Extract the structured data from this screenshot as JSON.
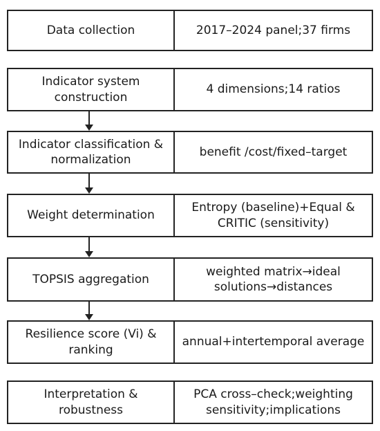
{
  "steps": [
    {
      "stage": "Data collection",
      "detail": "2017–2024 panel;37 firms"
    },
    {
      "stage": "Indicator system construction",
      "detail": "4 dimensions;14 ratios"
    },
    {
      "stage": "Indicator classification & normalization",
      "detail": "benefit /cost/fixed–target"
    },
    {
      "stage": "Weight determination",
      "detail": "Entropy (baseline)+Equal & CRITIC (sensitivity)"
    },
    {
      "stage": "TOPSIS aggregation",
      "detail": "weighted matrix→ideal solutions→distances"
    },
    {
      "stage": "Resilience score (Vi) & ranking",
      "detail": "annual+intertemporal average"
    },
    {
      "stage": "Interpretation & robustness",
      "detail": "PCA cross–check;weighting sensitivity;implications"
    }
  ]
}
